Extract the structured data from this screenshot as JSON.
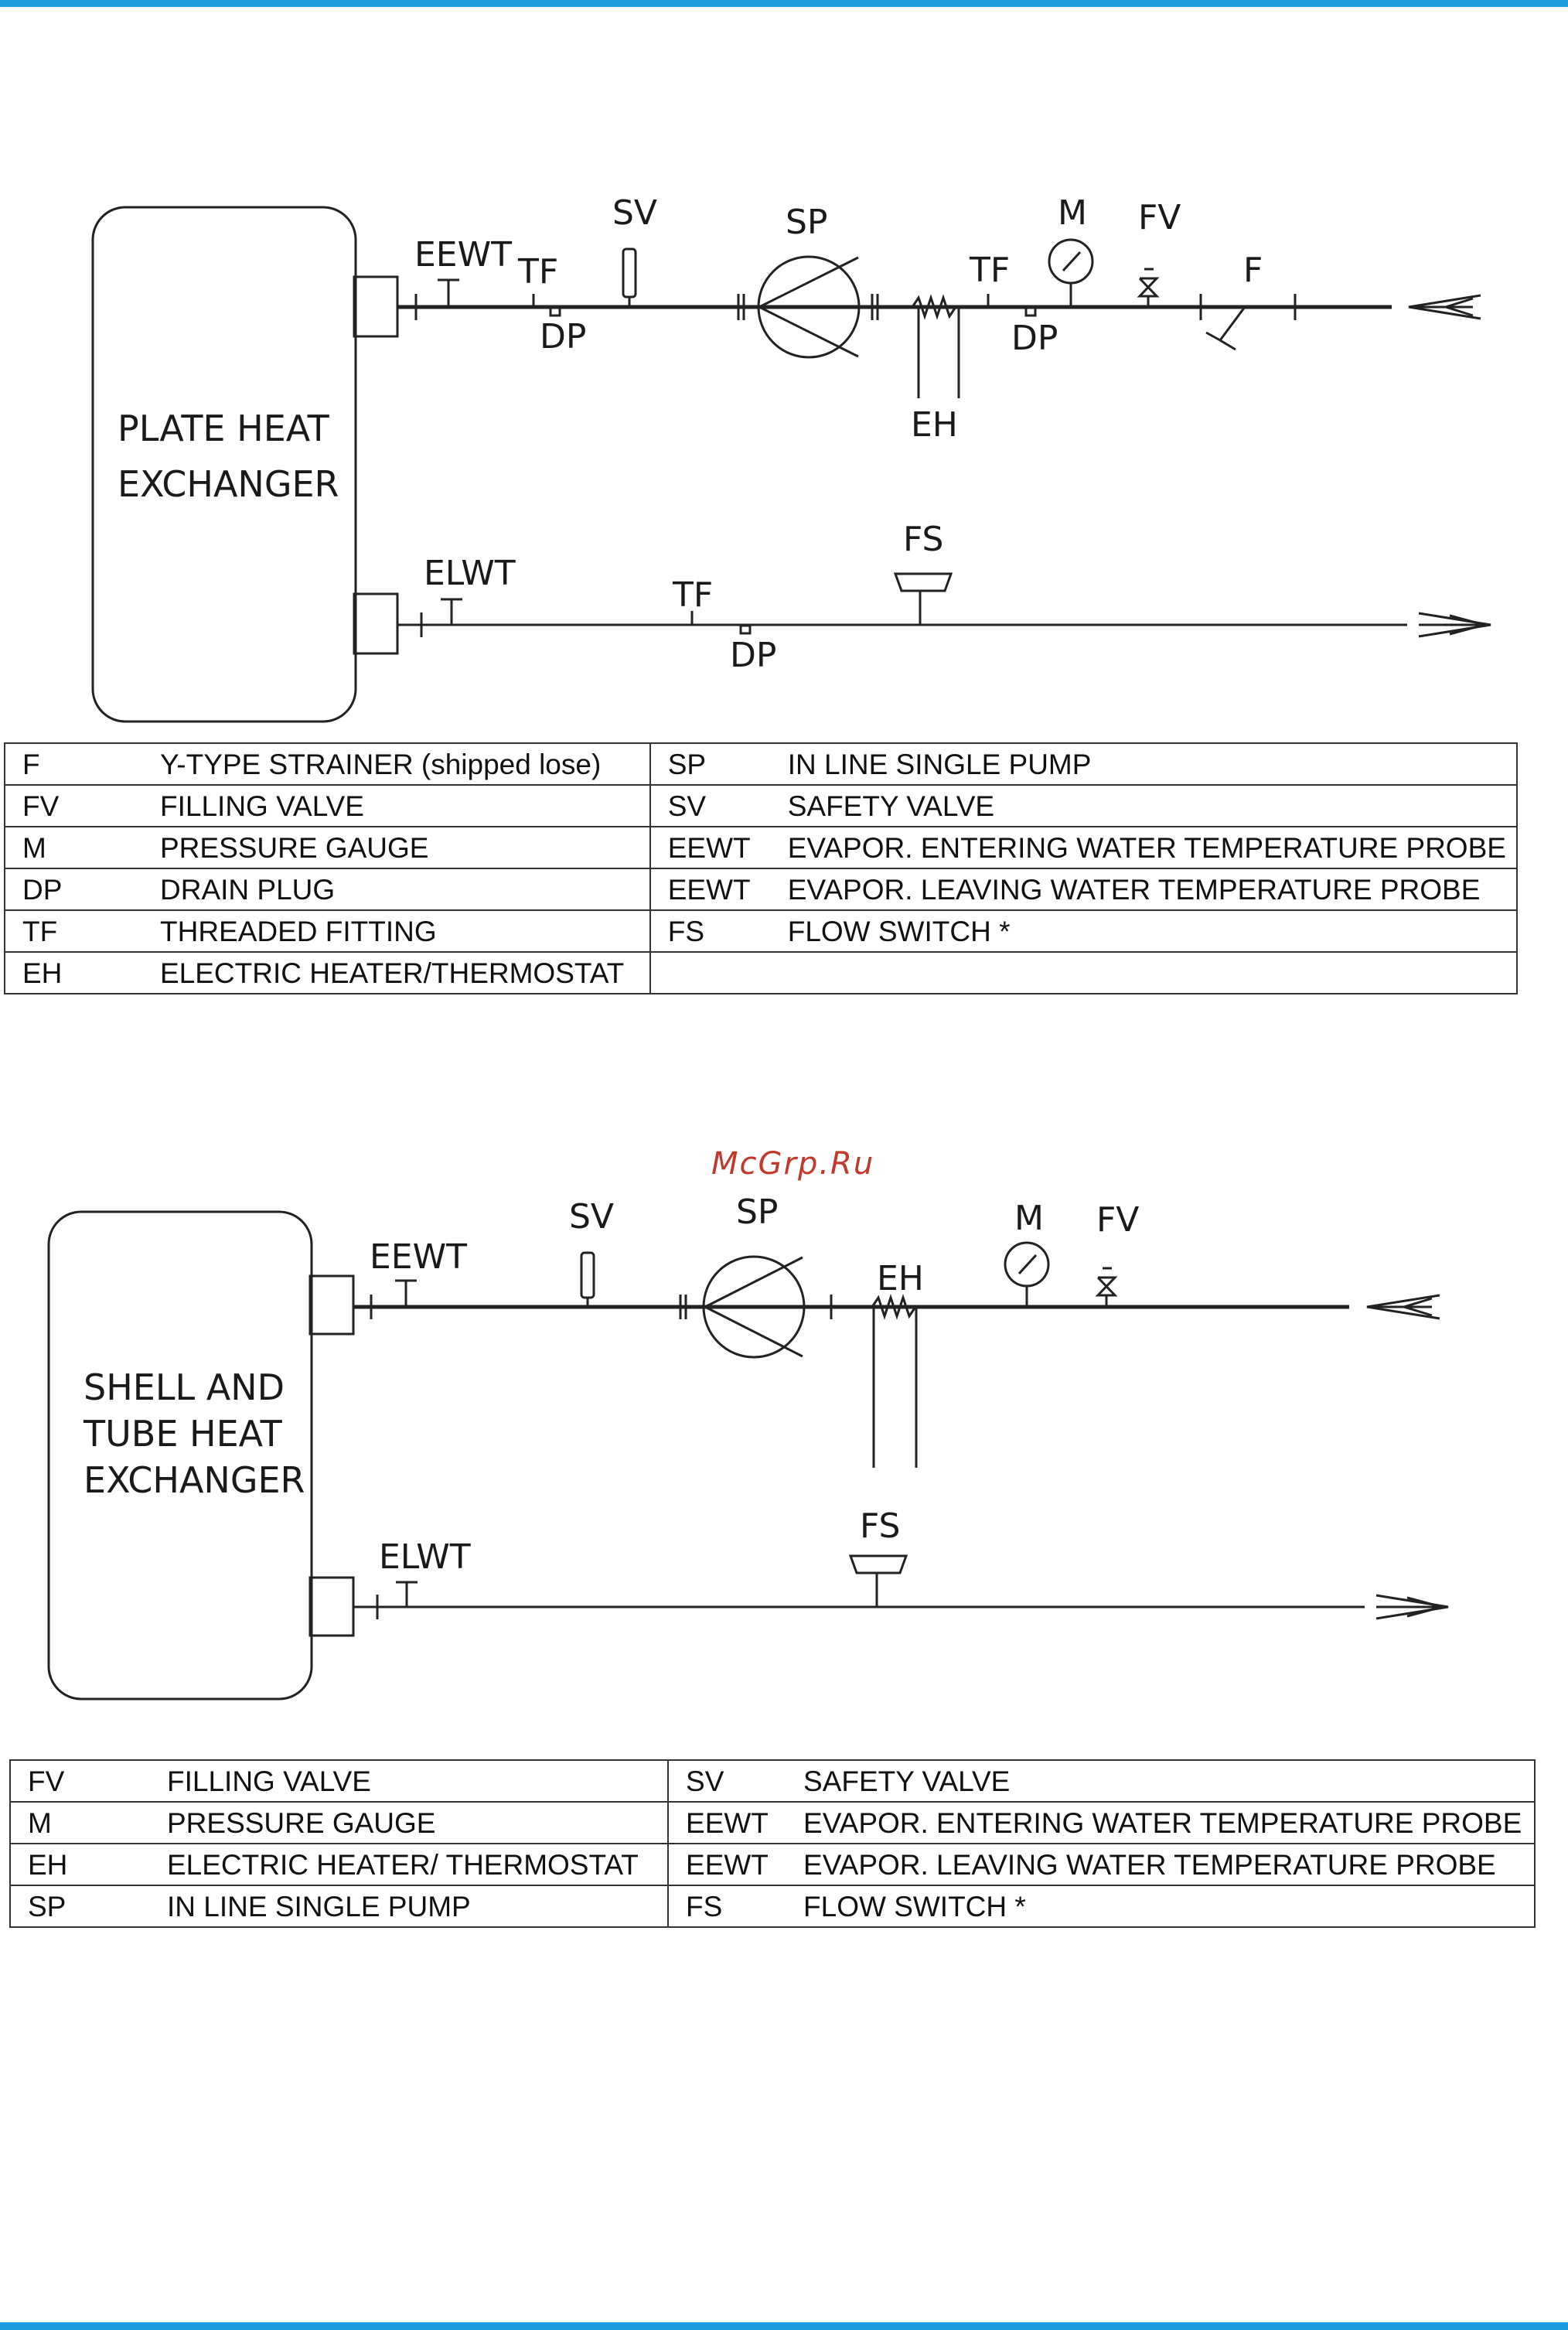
{
  "colors": {
    "band": "#1b9be0",
    "watermark": "#c0392b",
    "line": "#222222"
  },
  "watermark": "McGrp.Ru",
  "diagram1": {
    "exchanger_lines": [
      "PLATE HEAT",
      "EXCHANGER"
    ],
    "labels": {
      "eewt": "EEWT",
      "tf1": "TF",
      "dp1": "DP",
      "sv": "SV",
      "sp": "SP",
      "eh": "EH",
      "tf2": "TF",
      "dp2": "DP",
      "m": "M",
      "fv": "FV",
      "f": "F",
      "elwt": "ELWT",
      "tf3": "TF",
      "dp3": "DP",
      "fs": "FS"
    }
  },
  "legend1": [
    [
      {
        "code": "F",
        "desc": "Y-TYPE STRAINER (shipped lose)"
      },
      {
        "code": "SP",
        "desc": "IN LINE SINGLE PUMP"
      }
    ],
    [
      {
        "code": "FV",
        "desc": "FILLING VALVE"
      },
      {
        "code": "SV",
        "desc": "SAFETY VALVE"
      }
    ],
    [
      {
        "code": "M",
        "desc": "PRESSURE GAUGE"
      },
      {
        "code": "EEWT",
        "desc": "EVAPOR. ENTERING WATER TEMPERATURE PROBE"
      }
    ],
    [
      {
        "code": "DP",
        "desc": "DRAIN PLUG"
      },
      {
        "code": "EEWT",
        "desc": "EVAPOR. LEAVING WATER TEMPERATURE PROBE"
      }
    ],
    [
      {
        "code": "TF",
        "desc": "THREADED FITTING"
      },
      {
        "code": "FS",
        "desc": "FLOW SWITCH *"
      }
    ],
    [
      {
        "code": "EH",
        "desc": "ELECTRIC HEATER/THERMOSTAT"
      },
      {
        "code": "",
        "desc": ""
      }
    ]
  ],
  "diagram2": {
    "exchanger_lines": [
      "SHELL AND",
      "TUBE HEAT",
      "EXCHANGER"
    ],
    "labels": {
      "eewt": "EEWT",
      "sv": "SV",
      "sp": "SP",
      "eh": "EH",
      "m": "M",
      "fv": "FV",
      "elwt": "ELWT",
      "fs": "FS"
    }
  },
  "legend2": [
    [
      {
        "code": "FV",
        "desc": "FILLING VALVE"
      },
      {
        "code": "SV",
        "desc": "SAFETY VALVE"
      }
    ],
    [
      {
        "code": "M",
        "desc": "PRESSURE GAUGE"
      },
      {
        "code": "EEWT",
        "desc": "EVAPOR. ENTERING WATER TEMPERATURE PROBE"
      }
    ],
    [
      {
        "code": "EH",
        "desc": "ELECTRIC HEATER/ THERMOSTAT"
      },
      {
        "code": "EEWT",
        "desc": "EVAPOR. LEAVING WATER TEMPERATURE PROBE"
      }
    ],
    [
      {
        "code": "SP",
        "desc": "IN LINE SINGLE PUMP"
      },
      {
        "code": "FS",
        "desc": "FLOW SWITCH *"
      }
    ]
  ]
}
